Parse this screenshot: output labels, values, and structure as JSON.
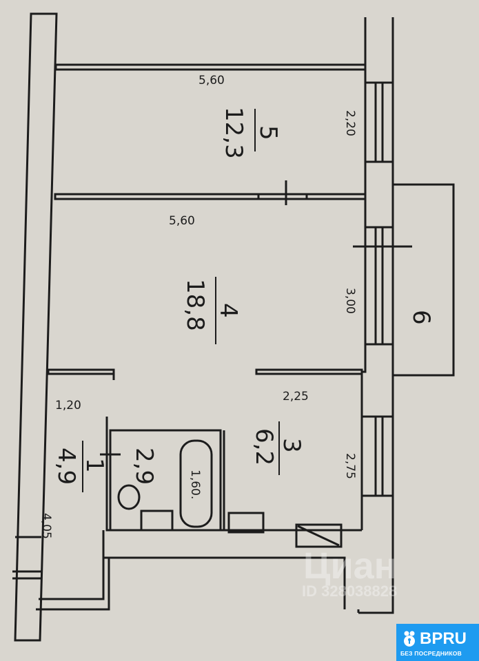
{
  "rooms": [
    {
      "number": "5",
      "area": "12,3"
    },
    {
      "number": "4",
      "area": "18,8"
    },
    {
      "number": "3",
      "area": "6,2"
    },
    {
      "number": "1",
      "area": "4,9"
    },
    {
      "number": "6"
    }
  ],
  "bathroom_area": "2,9",
  "tub_length": "1,60.",
  "dimensions": {
    "room5_width": "5,60",
    "room5_window": "2,20",
    "room4_width": "5,60",
    "room4_window": "3,00",
    "hall_width": "1,20",
    "kitchen_width": "2,25",
    "kitchen_window": "2,75",
    "hall_length": "4,05"
  },
  "watermark": {
    "brand": "Циан",
    "id": "ID 328038828"
  },
  "logo": {
    "name": "BPRU",
    "tagline": "БЕЗ ПОСРЕДНИКОВ",
    "color": "#1e9bf0"
  }
}
